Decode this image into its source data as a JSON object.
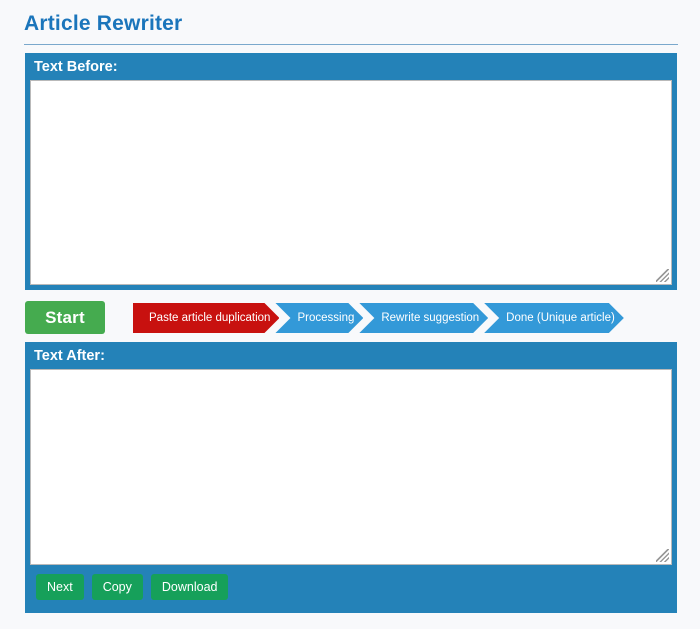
{
  "header": {
    "title": "Article Rewriter"
  },
  "before_panel": {
    "label": "Text Before:",
    "textarea_value": "",
    "textarea_placeholder": ""
  },
  "after_panel": {
    "label": "Text After:",
    "textarea_value": "",
    "textarea_placeholder": "",
    "buttons": [
      {
        "label": "Next",
        "name": "next-button"
      },
      {
        "label": "Copy",
        "name": "copy-button"
      },
      {
        "label": "Download",
        "name": "download-button"
      }
    ]
  },
  "controls": {
    "start_label": "Start"
  },
  "progress": {
    "steps": [
      {
        "label": "Paste article duplication",
        "state": "active"
      },
      {
        "label": "Processing",
        "state": "idle"
      },
      {
        "label": "Rewrite suggestion",
        "state": "idle"
      },
      {
        "label": "Done (Unique article)",
        "state": "idle"
      }
    ]
  },
  "colors": {
    "page_background": "#f8f9fb",
    "title": "#1b75bb",
    "panel": "#2482b8",
    "start_green": "#45ab4f",
    "button_green": "#16a05a",
    "step_active_red": "#c8110f",
    "step_idle_blue": "#3399d8"
  }
}
